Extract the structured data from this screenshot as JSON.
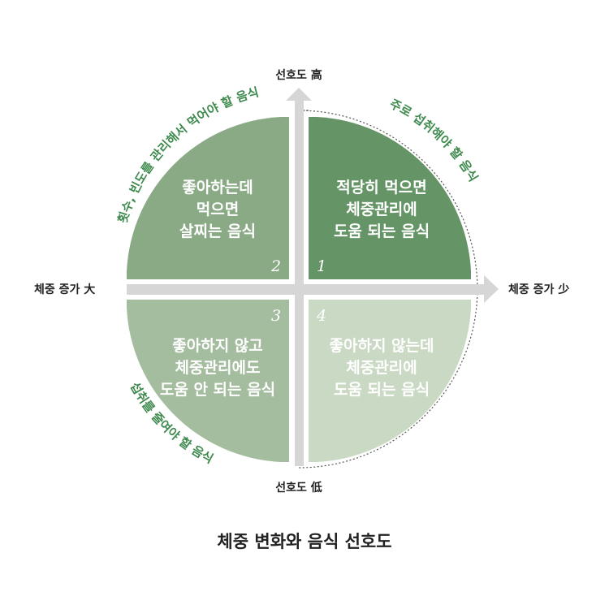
{
  "axes": {
    "top": "선호도 高",
    "bottom": "선호도 低",
    "left": "체중 증가 大",
    "right": "체중 증가 少"
  },
  "quadrants": [
    {
      "number": "1",
      "lines": [
        "적당히 먹으면",
        "체중관리에",
        "도움 되는 음식"
      ],
      "color": "#659466"
    },
    {
      "number": "2",
      "lines": [
        "좋아하는데",
        "먹으면",
        "살찌는 음식"
      ],
      "color": "#8aaa86"
    },
    {
      "number": "3",
      "lines": [
        "좋아하지 않고",
        "체중관리에도",
        "도움 안 되는 음식"
      ],
      "color": "#a5bd9f"
    },
    {
      "number": "4",
      "lines": [
        "좋아하지 않는데",
        "체중관리에",
        "도움 되는 음식"
      ],
      "color": "#cad9c4"
    }
  ],
  "arc_labels": {
    "upper_left": "횟수, 빈도를 관리해서 먹어야 할 음식",
    "upper_right": "주로 섭취해야 할 음식",
    "lower_left": "섭취를 줄여야 할 음식"
  },
  "caption": "체중 변화와 음식 선호도",
  "colors": {
    "axis": "#d6d6d6",
    "dotted": "#555555",
    "arc_text": "#3f8a4e"
  }
}
